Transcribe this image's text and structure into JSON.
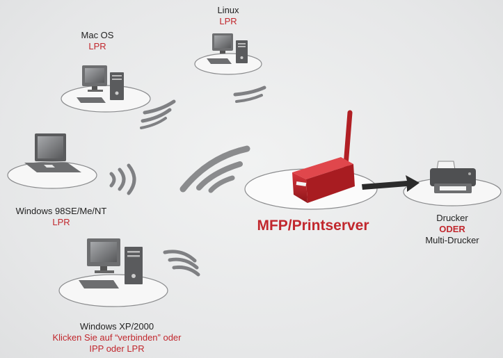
{
  "nodes": {
    "linux": {
      "name": "Linux",
      "protocol": "LPR"
    },
    "macos": {
      "name": "Mac OS",
      "protocol": "LPR"
    },
    "win98": {
      "name": "Windows 98SE/Me/NT",
      "protocol": "LPR"
    },
    "winxp": {
      "name": "Windows XP/2000",
      "line1": "Klicken Sie auf “verbinden” oder",
      "line2": "IPP oder LPR"
    },
    "printserver": {
      "name": "MFP/Printserver"
    },
    "printer": {
      "name": "Drucker",
      "or": "ODER",
      "alt": "Multi-Drucker"
    }
  },
  "colors": {
    "accent": "#c1272d",
    "device_gray": "#6d6e70",
    "wave_gray": "#7f8083"
  },
  "icons": [
    "computer-icon",
    "laptop-icon",
    "printserver-icon",
    "printer-icon",
    "wireless-signal-icon",
    "arrow-right-icon"
  ]
}
